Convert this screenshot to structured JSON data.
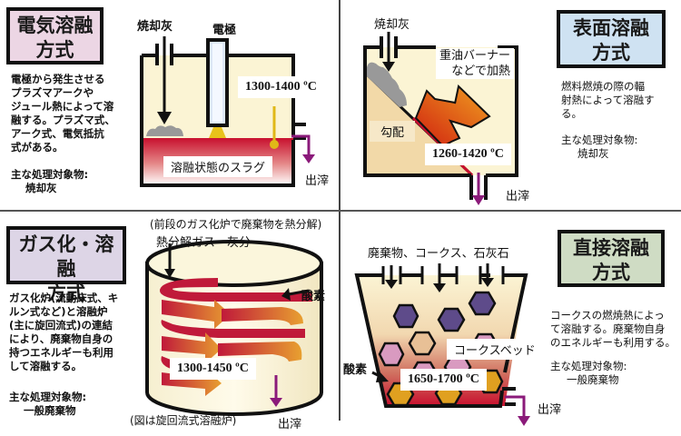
{
  "colors": {
    "electric_title_bg": "#ecd6e4",
    "surface_title_bg": "#cfe2f2",
    "gasification_title_bg": "#ddd5e6",
    "direct_title_bg": "#cfdcc4",
    "furnace_fill": "#fbf4d4",
    "slag_red": "#c8102e",
    "slag_outlet": "#8b1a7a",
    "electrode_tip": "#e8c21a",
    "ash_gray": "#999999",
    "coke_purple": "#5e4b8a",
    "coke_pink": "#d99ac0",
    "coke_tan": "#e8c096",
    "coke_orange": "#e0a020"
  },
  "panels": {
    "electric": {
      "title_line1": "電気溶融",
      "title_line2": "方式",
      "description": "電極から発生させる\nプラズマアークや\nジュール熱によって溶\n融する。プラズマ式、\nアーク式、電気抵抗\n式がある。",
      "target_label": "主な処理対象物:",
      "target_value": "焼却灰",
      "input_label": "焼却灰",
      "electrode_label": "電極",
      "temperature": "1300-1400 ºC",
      "slag_label": "溶融状態のスラグ",
      "output_label": "出滓"
    },
    "surface": {
      "title_line1": "表面溶融",
      "title_line2": "方式",
      "description": "燃料燃焼の際の輻\n射熱によって溶融す\nる。",
      "target_label": "主な処理対象物:",
      "target_value": "焼却灰",
      "input_label": "焼却灰",
      "burner_label_line1": "重油バーナー",
      "burner_label_line2": "などで加熱",
      "slope_label": "勾配",
      "temperature": "1260-1420 ºC",
      "output_label": "出滓"
    },
    "gasification": {
      "title_line1": "ガス化・溶融",
      "title_line2": "方式",
      "description": "ガス化炉(流動床式、キ\nルン式など)と溶融炉\n(主に旋回流式)の連結\nにより、廃棄物自身の\n持つエネルギーも利用\nして溶融する。",
      "target_label": "主な処理対象物:",
      "target_value": "一般廃棄物",
      "note_top": "(前段のガス化炉で廃棄物を熱分解)",
      "input_label": "熱分解ガス・灰分",
      "oxygen_label": "酸素",
      "temperature": "1300-1450 ºC",
      "note_bottom": "(図は旋回流式溶融炉)",
      "output_label": "出滓"
    },
    "direct": {
      "title_line1": "直接溶融",
      "title_line2": "方式",
      "description": "コークスの燃焼熱によっ\nて溶融する。廃棄物自身\nのエネルギーも利用する。",
      "target_label": "主な処理対象物:",
      "target_value": "一般廃棄物",
      "input_label": "廃棄物、コークス、石灰石",
      "coke_bed_label": "コークスベッド",
      "oxygen_label": "酸素",
      "temperature": "1650-1700 ºC",
      "output_label": "出滓"
    }
  }
}
